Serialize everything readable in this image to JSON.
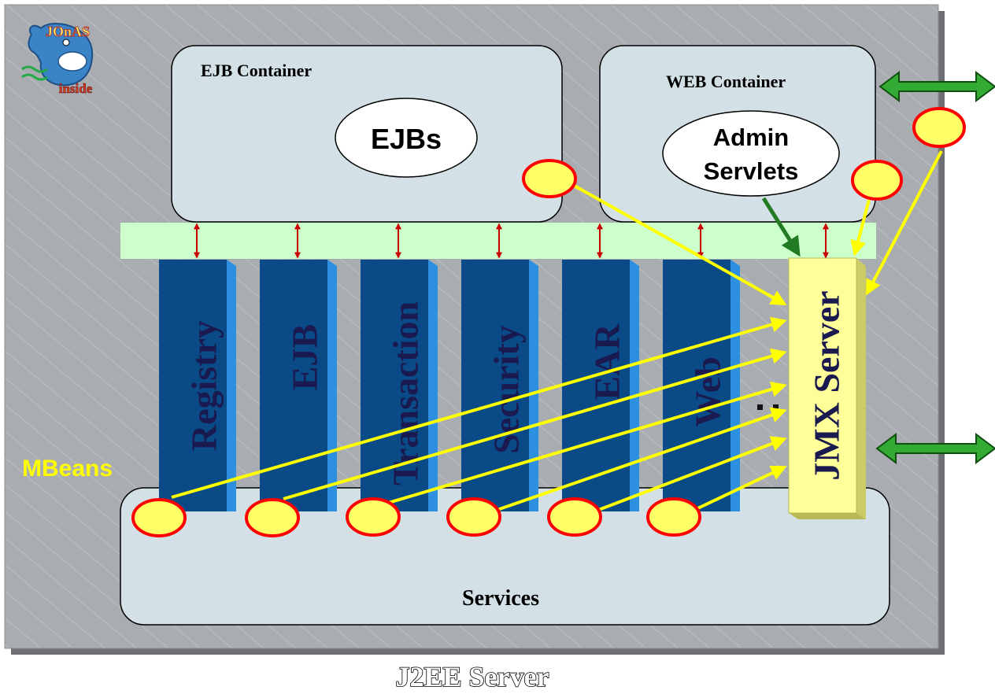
{
  "server": {
    "title": "J2EE Server"
  },
  "logo": {
    "top_text": "JOnAS",
    "bottom_text": "inside"
  },
  "ejb_container": {
    "label": "EJB Container",
    "component": "EJBs"
  },
  "web_container": {
    "label": "WEB Container",
    "component_line1": "Admin",
    "component_line2": "Servlets"
  },
  "services": {
    "label": "Services"
  },
  "mbeans": {
    "label": "MBeans"
  },
  "jmx": {
    "label": "JMX Server"
  },
  "service_bars": [
    {
      "label": "Registry"
    },
    {
      "label": "EJB"
    },
    {
      "label": "Transaction"
    },
    {
      "label": "Security"
    },
    {
      "label": "EAR"
    },
    {
      "label": "Web"
    }
  ],
  "colors": {
    "server_bg": "#a8acb0",
    "container_fill": "#d3e1e6",
    "bus_fill": "#ccffcc",
    "bar_fill": "#0a4a86",
    "bar_side": "#2d8fe0",
    "bar_text": "#1a1a50",
    "jmx_fill": "#ffff99",
    "mbean_fill": "#ffff66",
    "mbean_stroke": "#ff0000",
    "arrow_yellow": "#ffff00",
    "arrow_green": "#227a22",
    "arrow_red": "#cc0000",
    "mbeans_label": "#ffff00"
  }
}
